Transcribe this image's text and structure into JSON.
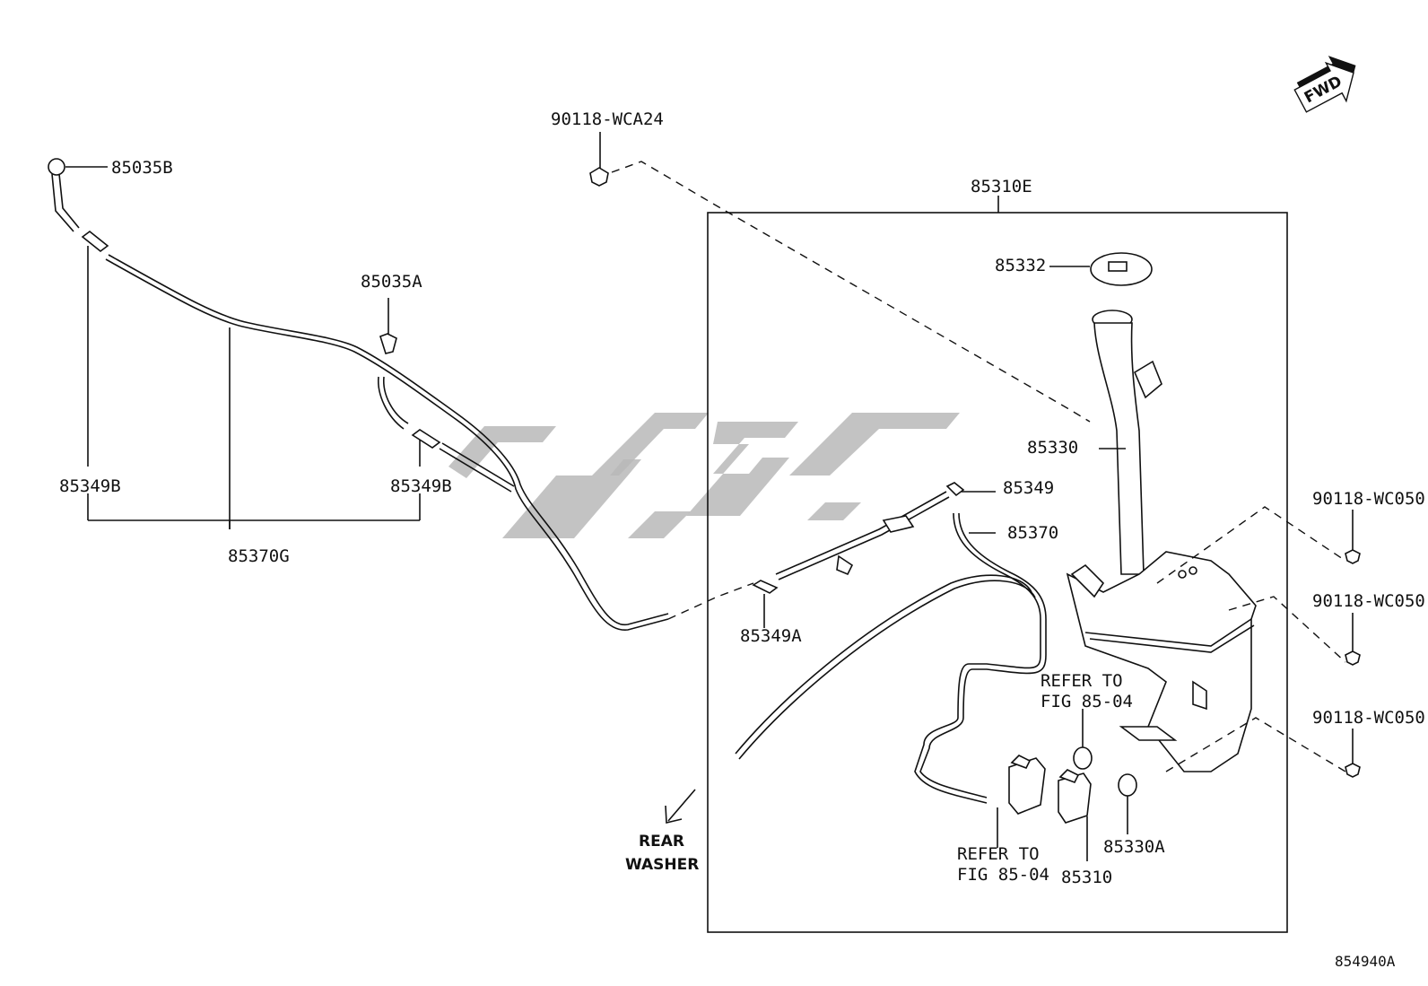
{
  "diagram_id": "854940A",
  "fwd_label": "FWD",
  "rear_washer_label": [
    "REAR",
    "WASHER"
  ],
  "refer_fig_1": [
    "REFER TO",
    "FIG 85-04"
  ],
  "refer_fig_2": [
    "REFER TO",
    "FIG 85-04"
  ],
  "parts": {
    "p_90118_wca24": "90118-WCA24",
    "p_85035b": "85035B",
    "p_85035a": "85035A",
    "p_85349b_left": "85349B",
    "p_85349b_right": "85349B",
    "p_85370g": "85370G",
    "p_85310e": "85310E",
    "p_85332": "85332",
    "p_85330": "85330",
    "p_85349": "85349",
    "p_85370": "85370",
    "p_85349a": "85349A",
    "p_90118_wc050_1": "90118-WC050",
    "p_90118_wc050_2": "90118-WC050",
    "p_90118_wc050_3": "90118-WC050",
    "p_85330a": "85330A",
    "p_85310": "85310"
  }
}
